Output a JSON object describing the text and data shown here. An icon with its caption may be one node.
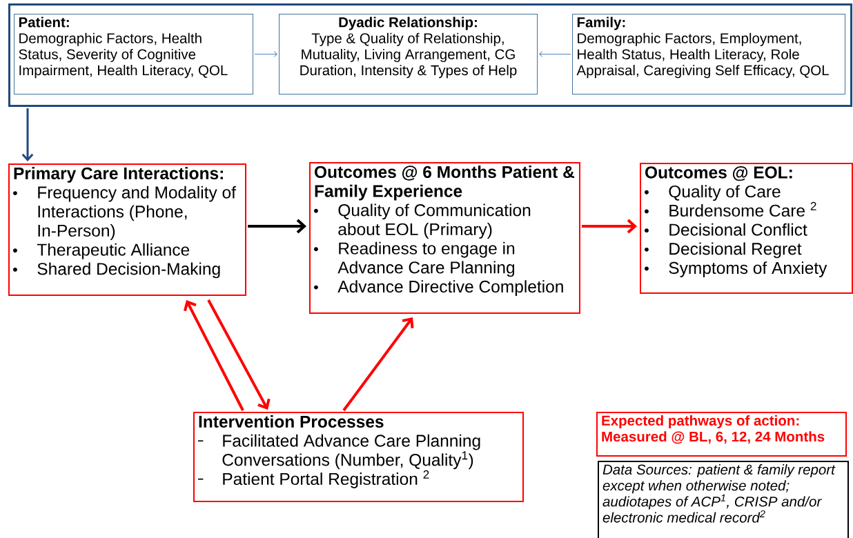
{
  "diagram": {
    "nodes": [
      {
        "text": [],
        "shape": "box"
      },
      {
        "text": [
          "Patient:",
          "Demographic Factors, Health Status, Severity of Cognitive Impairment, Health Literacy, QOL"
        ],
        "in": 0
      },
      {
        "text": [
          "Dyadic Relationship:",
          "Type & Quality of Relationship, Mutuality, Living Arrangement, CG Duration, Intensity & Types of Help"
        ],
        "in": 0
      },
      {
        "text": [
          "Family:",
          "Demographic Factors, Employment, Health Status, Health Literacy, Role Appraisal, Caregiving Self Efficacy, QOL"
        ],
        "in": 0
      },
      {
        "text": [
          "Primary Care Interactions:",
          "Frequency and Modality of Interactions (Phone, In-Person)",
          "Therapeutic Alliance",
          "Shared Decision-Making"
        ]
      },
      {
        "text": [
          "Outcomes @ 6 Months Patient & Family Experience",
          "Quality of Communication about EOL (Primary)",
          "Readiness to engage in Advance Care Planning",
          "Advance Directive Completion"
        ]
      },
      {
        "text": [
          "Outcomes @ EOL:",
          "Quality of Care",
          "Burdensome Care $^{2}$",
          "Decisional Conflict",
          "Decisional Regret",
          "Symptoms of Anxiety"
        ]
      },
      {
        "text": [
          "Intervention Processes",
          "Facilitated Advance Care Planning Conversations (Number, Quality$^{1}$)",
          "Patient Portal Registration $^{2}$"
        ]
      },
      {
        "text": [
          "Expected pathways of action: Measured @ BL, 6, 12, 24 Months"
        ]
      },
      {
        "text": [
          "Data Sources: patient & family report except when otherwise noted; audiotapes of ACP$^{1}$, CRISP and/or electronic medical record$^{2}$"
        ]
      }
    ],
    "edges": [
      {
        "from": 1,
        "to": 2,
        "arrow": "to",
        "color": "#4f81bd"
      },
      {
        "from": 3,
        "to": 2,
        "arrow": "to",
        "color": "#4f81bd"
      },
      {
        "from": 0,
        "to": 4,
        "arrow": "to",
        "color": "#1f497d"
      },
      {
        "from": 4,
        "to": 5,
        "arrow": "to",
        "color": "#000000"
      },
      {
        "from": 5,
        "to": 6,
        "arrow": "to",
        "color": "#ff0000"
      },
      {
        "from": 7,
        "to": 4,
        "arrow": "to",
        "color": "#ff0000"
      },
      {
        "from": 4,
        "to": 7,
        "arrow": "to",
        "color": "#ff0000"
      },
      {
        "from": 7,
        "to": 5,
        "arrow": "to",
        "color": "#ff0000"
      }
    ]
  }
}
